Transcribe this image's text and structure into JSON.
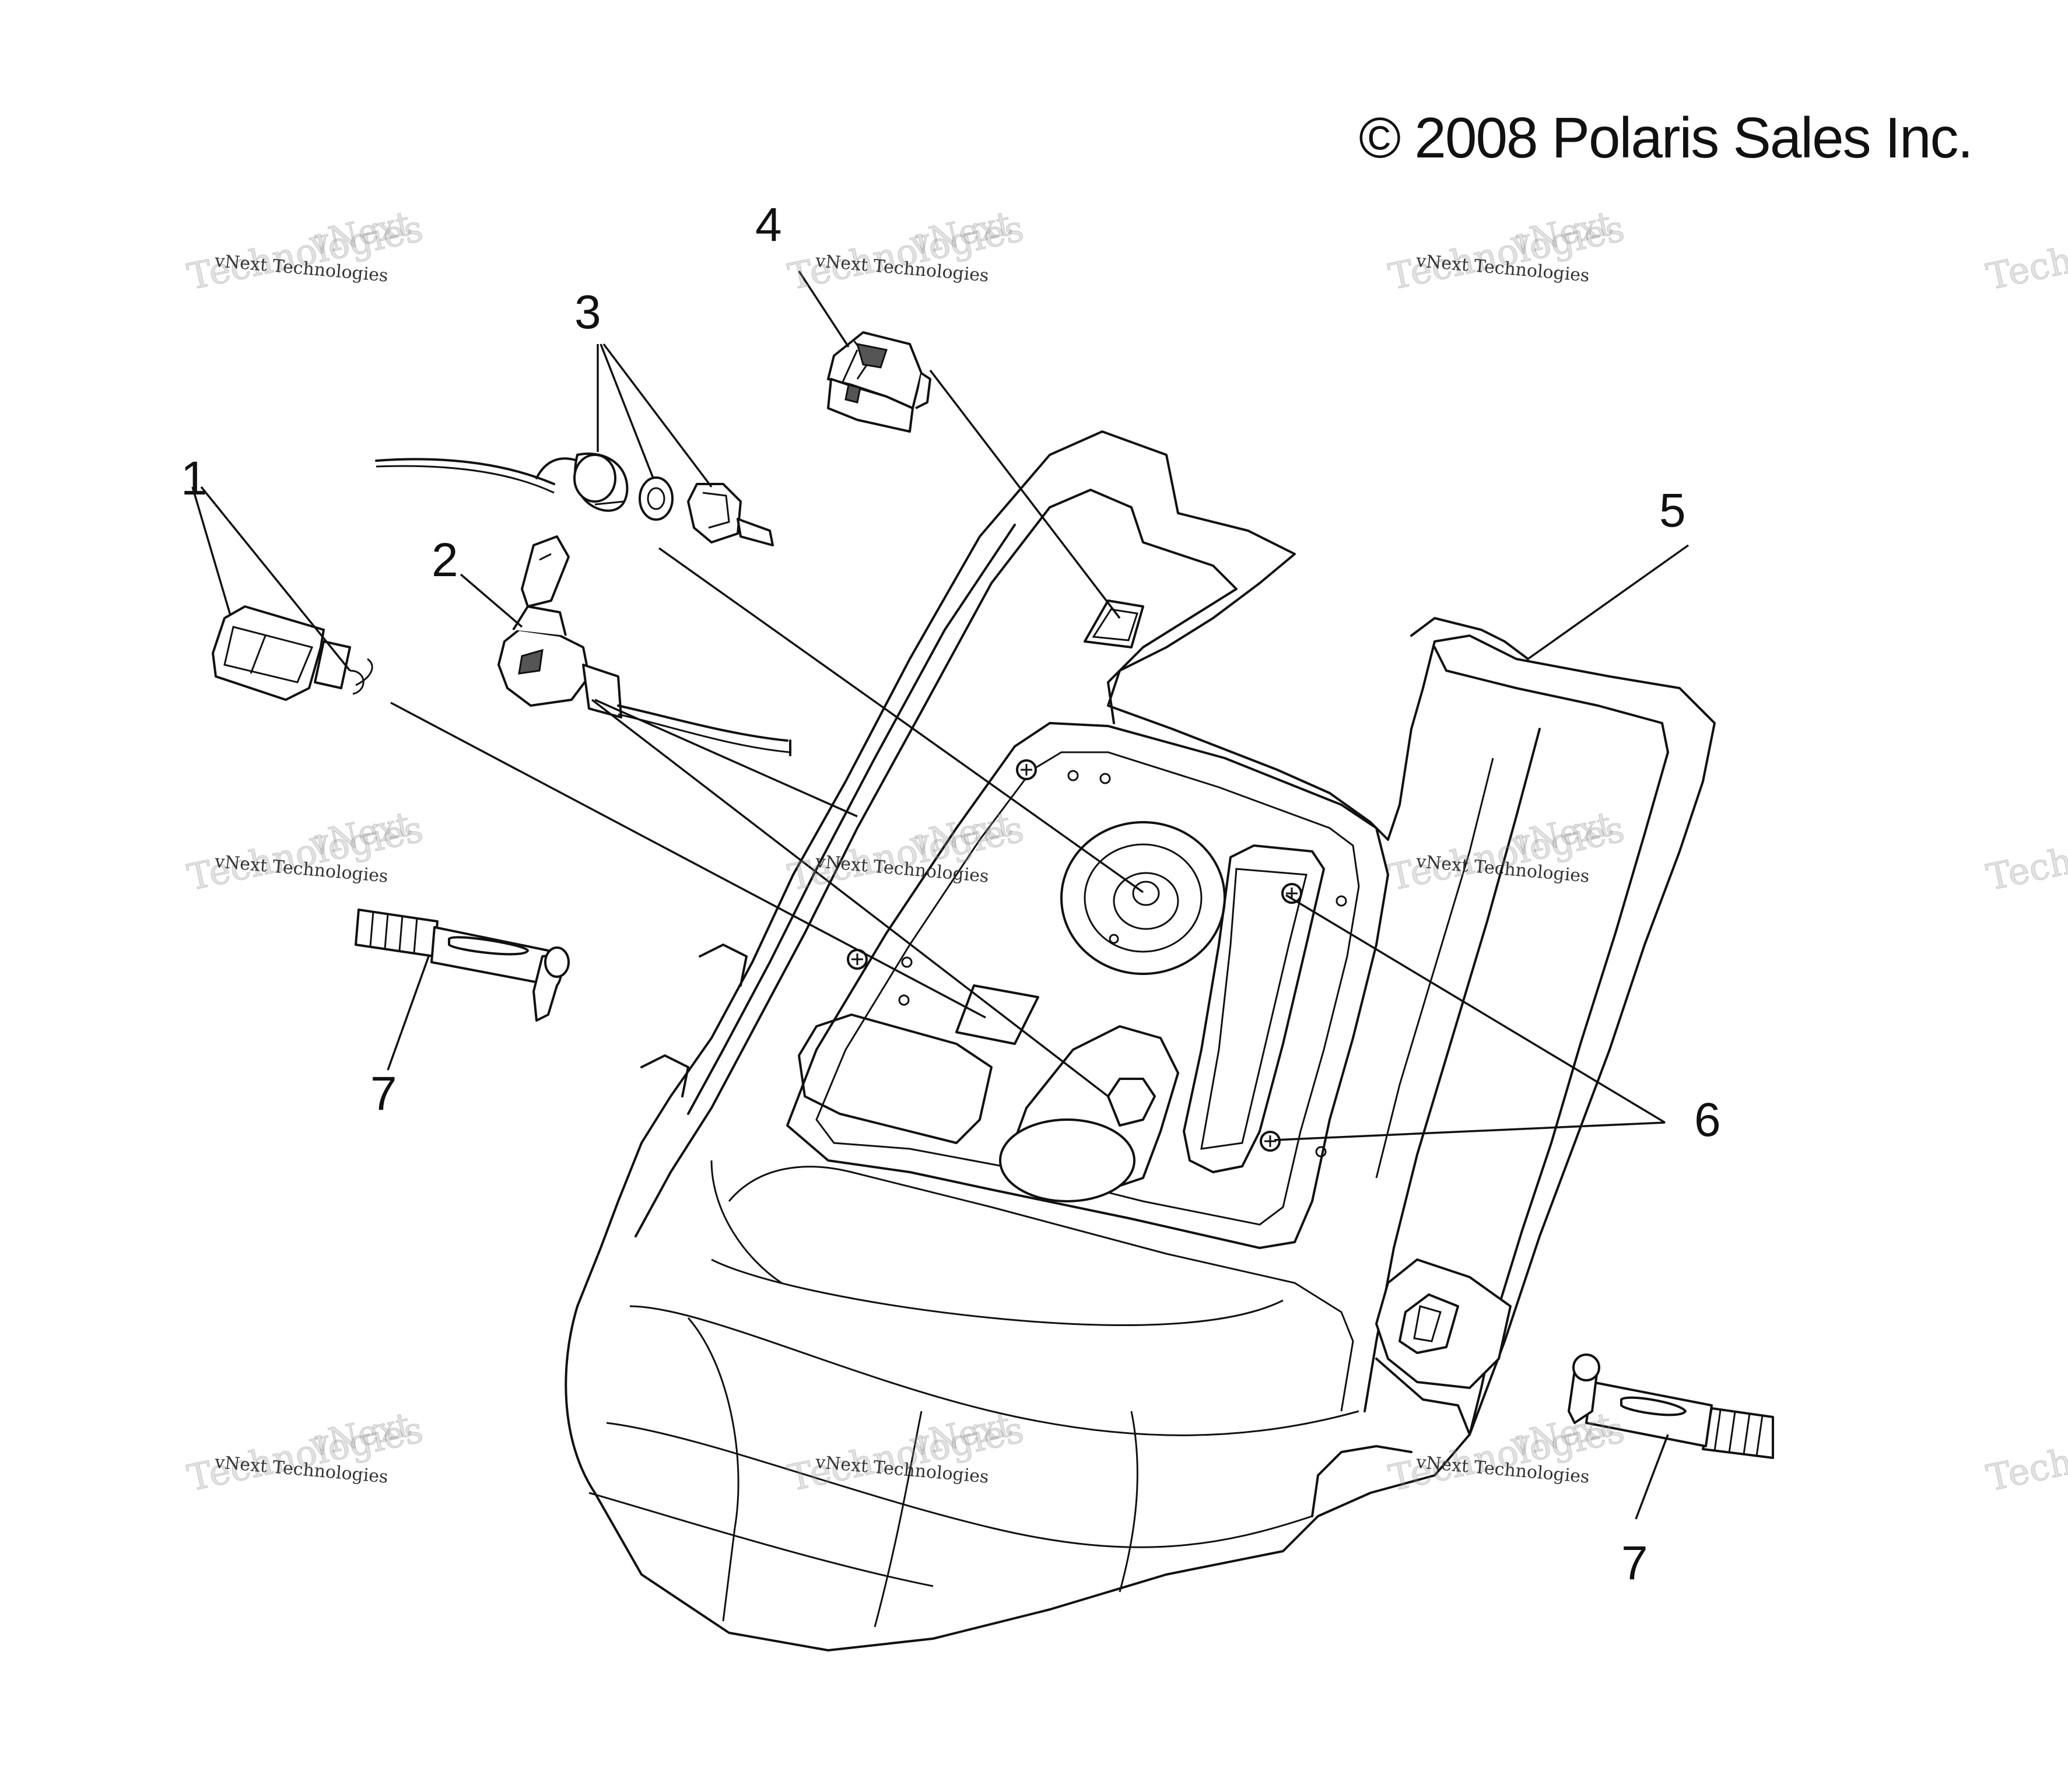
{
  "copyright": "© 2008 Polaris Sales Inc.",
  "watermark": {
    "small": "vNext Technologies",
    "big": "Technologies",
    "big_top": "vNext"
  },
  "callouts": [
    "1",
    "2",
    "3",
    "4",
    "5",
    "6",
    "7",
    "7"
  ]
}
